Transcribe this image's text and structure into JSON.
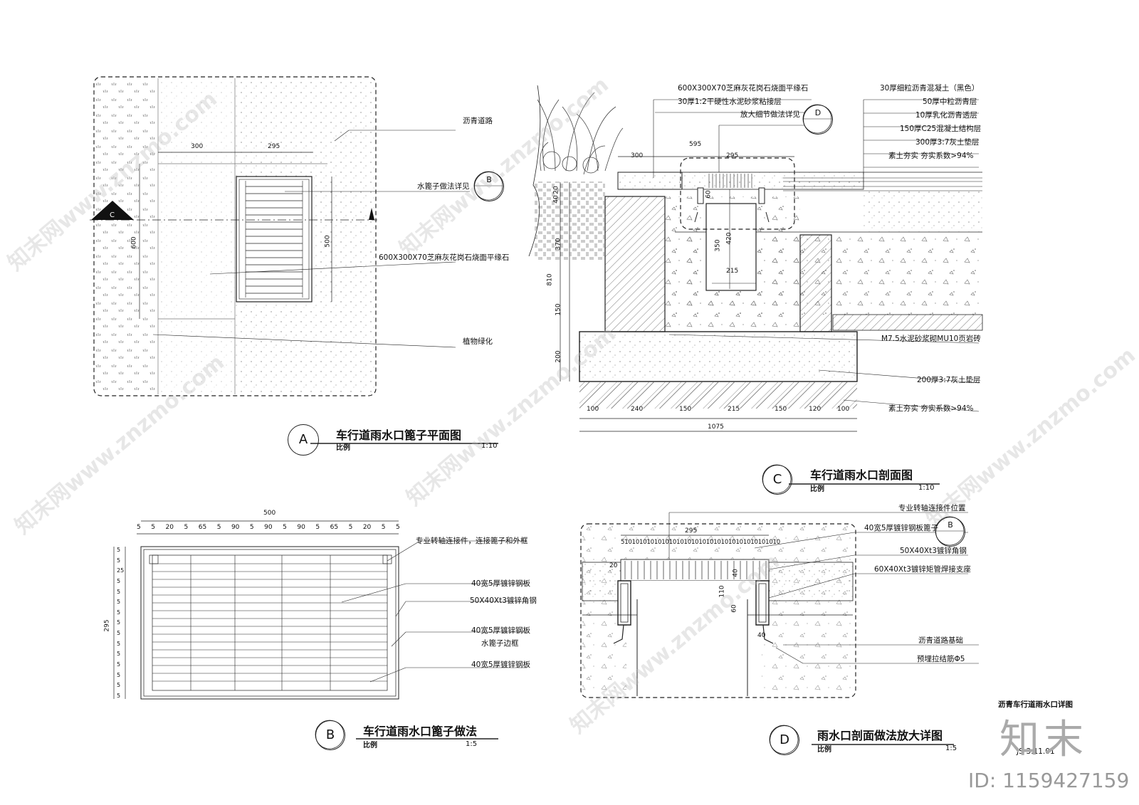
{
  "watermarks": [
    "知末网www.znzmo.com",
    "知末网www.znzmo.com",
    "知末网www.znzmo.com",
    "知末网www.znzmo.com",
    "知末网www.znzmo.com",
    "知末网www.znzmo.com"
  ],
  "brand": {
    "logo": "知末",
    "id": "ID: 1159427159"
  },
  "sheet": {
    "title": "沥青车行道雨水口详图",
    "number": "JS-3.11.01"
  },
  "plan_a": {
    "labels": {
      "asphalt": "沥青道路",
      "grate_ref": "水篦子做法详见",
      "curb": "600X300X70芝麻灰花岗石烧面平缘石",
      "planting": "植物绿化"
    },
    "dims": {
      "d300": "300",
      "d295": "295",
      "d600": "600",
      "d500": "500"
    },
    "section_mark": "C",
    "detail_ref": "B",
    "title": {
      "letter": "A",
      "name": "车行道雨水口篦子平面图",
      "scale_label": "比例",
      "scale": "1:10"
    }
  },
  "section_c": {
    "left_labels": [
      "600X300X70芝麻灰花岗石烧面平缘石",
      "30厚1:2干硬性水泥砂浆粘接层",
      "放大细节做法详见"
    ],
    "detail_ref": "D",
    "right_labels": [
      "30厚细粒沥青混凝土（黑色）",
      "50厚中粒沥青层",
      "10厚乳化沥青透层",
      "150厚C25混凝土结构层",
      "300厚3:7灰土垫层",
      "素土夯实  夯实系数>94%"
    ],
    "brick": "M7.5水泥砂浆砌MU10页岩砖",
    "base": "200厚3:7灰土垫层",
    "soil": "素土夯实  夯实系数>94%",
    "top_dims": {
      "d595": "595",
      "d300": "300",
      "d295": "295"
    },
    "inner_dims": {
      "d60": "60",
      "d350": "350",
      "d420": "420",
      "d215": "215"
    },
    "left_dims": [
      "20",
      "40",
      "370",
      "810",
      "150",
      "200"
    ],
    "bottom_dims": [
      "100",
      "240",
      "150",
      "215",
      "150",
      "120",
      "100"
    ],
    "total": "1075",
    "title": {
      "letter": "C",
      "name": "车行道雨水口剖面图",
      "scale_label": "比例",
      "scale": "1:10"
    }
  },
  "grate_b": {
    "top_total": "500",
    "top_dims": [
      "5",
      "5",
      "20",
      "5",
      "65",
      "5",
      "90",
      "5",
      "90",
      "5",
      "90",
      "5",
      "65",
      "5",
      "20",
      "5",
      "5"
    ],
    "left_total": "295",
    "left_dims": [
      "5",
      "5",
      "25",
      "5",
      "5",
      "5",
      "5",
      "5",
      "5",
      "5",
      "5",
      "5",
      "5",
      "5",
      "5"
    ],
    "labels": [
      "专业转轴连接件，连接篦子和外框",
      "40宽5厚镀锌钢板",
      "50X40Xt3镀锌角钢",
      "40宽5厚镀锌钢板",
      "水篦子边框",
      "40宽5厚镀锌钢板"
    ],
    "title": {
      "letter": "B",
      "name": "车行道雨水口篦子做法",
      "scale_label": "比例",
      "scale": "1:5"
    }
  },
  "detail_d": {
    "top_dim": "295",
    "bar_dims": "5101010101010101010101010101010101010101010",
    "labels": [
      "专业转轴连接件位置",
      "40宽5厚镀锌钢板篦子",
      "50X40Xt3镀锌角钢",
      "60X40Xt3镀锌矩管焊接支座",
      "沥青道路基础",
      "预埋拉结筋Φ5"
    ],
    "detail_ref": "B",
    "dims": {
      "d20": "20",
      "d40": "40",
      "d110": "110",
      "d60": "60",
      "d40b": "40"
    },
    "title": {
      "letter": "D",
      "name": "雨水口剖面做法放大详图",
      "scale_label": "比例",
      "scale": "1:5"
    }
  }
}
